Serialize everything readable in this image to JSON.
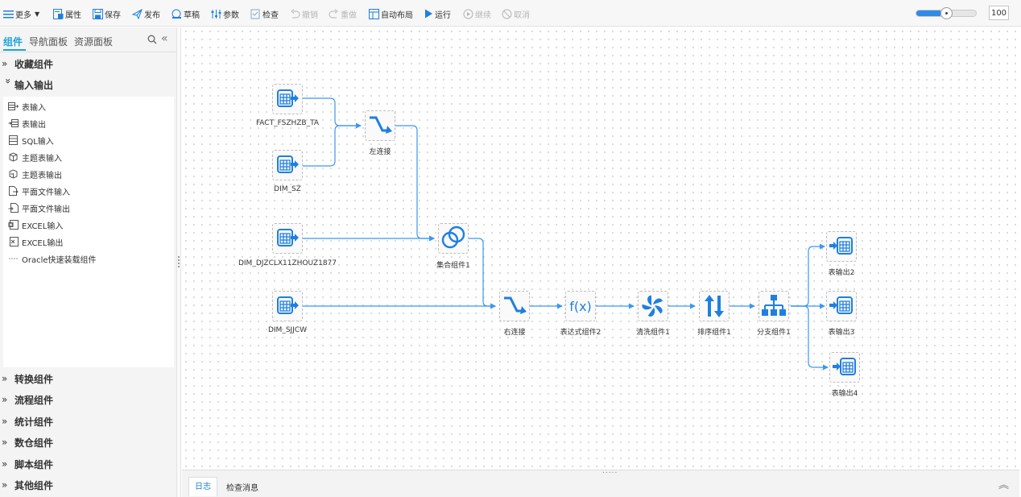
{
  "toolbar": {
    "more": "更多",
    "properties": "属性",
    "save": "保存",
    "publish": "发布",
    "draft": "草稿",
    "params": "参数",
    "check": "检查",
    "undo": "撤销",
    "redo": "重做",
    "auto_layout": "自动布局",
    "run": "运行",
    "continue": "继续",
    "cancel": "取消",
    "zoom_value": "100",
    "zoom_fraction": 0.41
  },
  "panel": {
    "tabs": [
      "组件",
      "导航面板",
      "资源面板"
    ],
    "groups": {
      "favorites": "收藏组件",
      "io": "输入输出",
      "transform": "转换组件",
      "flow": "流程组件",
      "stats": "统计组件",
      "warehouse": "数仓组件",
      "script": "脚本组件",
      "other": "其他组件"
    },
    "io_items": [
      "表输入",
      "表输出",
      "SQL输入",
      "主题表输入",
      "主题表输出",
      "平面文件输入",
      "平面文件输出",
      "EXCEL输入",
      "EXCEL输出",
      "Oracle快速装载组件"
    ]
  },
  "nodes": {
    "fact_fszhzb": "FACT_FSZHZB_TA",
    "dim_sz": "DIM_SZ",
    "dim_djzclx": "DIM_DJZCLX11ZHOUZ1877",
    "dim_sjjcw": "DIM_SJJCW",
    "left_join": "左连接",
    "set_comp": "集合组件1",
    "right_join": "右连接",
    "expr_comp": "表达式组件2",
    "clean_comp": "清洗组件1",
    "sort_comp": "排序组件1",
    "branch_comp": "分支组件1",
    "out2": "表输出2",
    "out3": "表输出3",
    "out4": "表输出4"
  },
  "bottom": {
    "tab_log": "日志",
    "tab_check": "检查消息",
    "handle": "....."
  },
  "colors": {
    "accent": "#1a7fd0",
    "icon_blue": "#1f7fe0",
    "edge": "#3a97f0"
  }
}
